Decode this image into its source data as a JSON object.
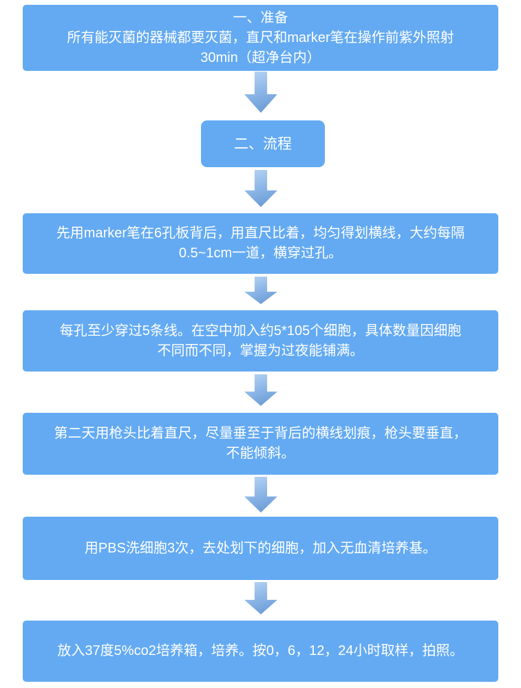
{
  "diagram": {
    "type": "flowchart",
    "colors": {
      "box_fill": "#64aaf2",
      "text": "#ffffff",
      "arrow_gradient_light": "#bad6f4",
      "arrow_gradient_dark": "#6396d2",
      "background": "#ffffff"
    },
    "section_preparation": {
      "title": "一、准备",
      "lines": [
        "所有能灭菌的器械都要灭菌，直尺和marker笔在操作前紫外照射",
        "30min（超净台内）"
      ]
    },
    "section_process": {
      "title": "二、流程"
    },
    "steps": [
      {
        "lines": [
          "先用marker笔在6孔板背后，用直尺比着，均匀得划横线，大约每隔",
          "0.5~1cm一道，横穿过孔。"
        ]
      },
      {
        "lines": [
          "每孔至少穿过5条线。在空中加入约5*105个细胞，具体数量因细胞",
          "不同而不同，掌握为过夜能铺满。"
        ]
      },
      {
        "lines": [
          "第二天用枪头比着直尺，尽量垂至于背后的横线划痕，枪头要垂直，",
          "不能倾斜。"
        ]
      },
      {
        "lines": [
          "用PBS洗细胞3次，去处划下的细胞，加入无血清培养基。"
        ]
      },
      {
        "lines": [
          "放入37度5%co2培养箱，培养。按0，6，12，24小时取样，拍照。"
        ]
      }
    ]
  }
}
